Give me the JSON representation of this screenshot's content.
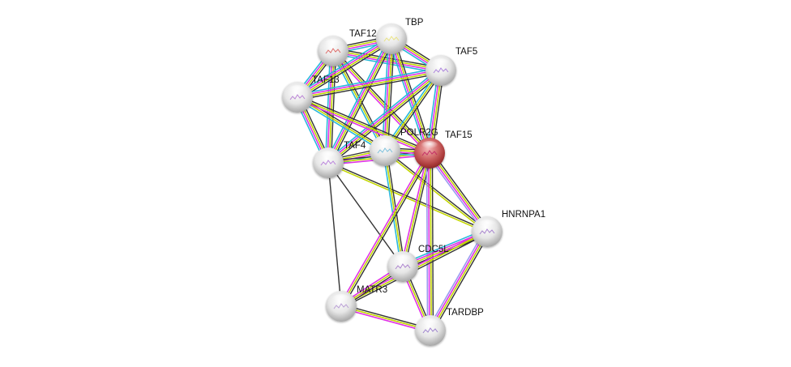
{
  "network": {
    "title": "Protein interaction network",
    "query_protein": "TAF15",
    "evidence_colors": {
      "black": "#333333",
      "yellow": "#c2d600",
      "magenta": "#e033e6",
      "cyan": "#2ab8db",
      "lavender": "#9a9af0"
    },
    "nodes": [
      {
        "id": "TAF12",
        "label": "TAF12",
        "query": false,
        "structure_color": "#d9534f"
      },
      {
        "id": "TBP",
        "label": "TBP",
        "query": false,
        "structure_color": "#e8e070"
      },
      {
        "id": "TAF5",
        "label": "TAF5",
        "query": false,
        "structure_color": "#a070d8"
      },
      {
        "id": "TAF13",
        "label": "TAF13",
        "query": false,
        "structure_color": "#b070d0"
      },
      {
        "id": "TAF4",
        "label": "TAF4",
        "query": false,
        "structure_color": "#b070d8"
      },
      {
        "id": "POLR2G",
        "label": "POLR2G",
        "query": false,
        "structure_color": "#6ab8d8"
      },
      {
        "id": "TAF15",
        "label": "TAF15",
        "query": true,
        "structure_color": "#c02060"
      },
      {
        "id": "HNRNPA1",
        "label": "HNRNPA1",
        "query": false,
        "structure_color": "#9a70c8"
      },
      {
        "id": "CDC5L",
        "label": "CDC5L",
        "query": false,
        "structure_color": "#a070c8"
      },
      {
        "id": "MATR3",
        "label": "MATR3",
        "query": false,
        "structure_color": "#b090d0"
      },
      {
        "id": "TARDBP",
        "label": "TARDBP",
        "query": false,
        "structure_color": "#9070c8"
      }
    ],
    "edges": [
      {
        "source": "TAF12",
        "target": "TBP",
        "evidence": [
          "black",
          "yellow",
          "magenta",
          "cyan"
        ]
      },
      {
        "source": "TAF12",
        "target": "TAF5",
        "evidence": [
          "black",
          "yellow",
          "magenta",
          "cyan"
        ]
      },
      {
        "source": "TAF12",
        "target": "TAF13",
        "evidence": [
          "black",
          "yellow",
          "magenta",
          "cyan"
        ]
      },
      {
        "source": "TAF12",
        "target": "TAF4",
        "evidence": [
          "black",
          "yellow",
          "magenta",
          "cyan"
        ]
      },
      {
        "source": "TAF12",
        "target": "POLR2G",
        "evidence": [
          "black",
          "yellow",
          "cyan"
        ]
      },
      {
        "source": "TAF12",
        "target": "TAF15",
        "evidence": [
          "black",
          "yellow",
          "magenta"
        ]
      },
      {
        "source": "TBP",
        "target": "TAF5",
        "evidence": [
          "black",
          "yellow",
          "magenta",
          "cyan"
        ]
      },
      {
        "source": "TBP",
        "target": "TAF13",
        "evidence": [
          "black",
          "yellow",
          "magenta",
          "cyan"
        ]
      },
      {
        "source": "TBP",
        "target": "TAF4",
        "evidence": [
          "black",
          "yellow",
          "magenta",
          "cyan"
        ]
      },
      {
        "source": "TBP",
        "target": "POLR2G",
        "evidence": [
          "black",
          "yellow",
          "magenta",
          "cyan"
        ]
      },
      {
        "source": "TBP",
        "target": "TAF15",
        "evidence": [
          "black",
          "yellow",
          "magenta",
          "cyan"
        ]
      },
      {
        "source": "TAF5",
        "target": "TAF13",
        "evidence": [
          "black",
          "yellow",
          "magenta",
          "cyan"
        ]
      },
      {
        "source": "TAF5",
        "target": "TAF4",
        "evidence": [
          "black",
          "yellow",
          "magenta",
          "cyan"
        ]
      },
      {
        "source": "TAF5",
        "target": "POLR2G",
        "evidence": [
          "black",
          "yellow",
          "cyan"
        ]
      },
      {
        "source": "TAF5",
        "target": "TAF15",
        "evidence": [
          "black",
          "yellow",
          "magenta",
          "cyan"
        ]
      },
      {
        "source": "TAF13",
        "target": "TAF4",
        "evidence": [
          "black",
          "yellow",
          "magenta",
          "cyan"
        ]
      },
      {
        "source": "TAF13",
        "target": "POLR2G",
        "evidence": [
          "black",
          "yellow",
          "cyan"
        ]
      },
      {
        "source": "TAF13",
        "target": "TAF15",
        "evidence": [
          "black",
          "yellow",
          "magenta"
        ]
      },
      {
        "source": "TAF4",
        "target": "POLR2G",
        "evidence": [
          "black",
          "yellow",
          "magenta",
          "cyan"
        ]
      },
      {
        "source": "TAF4",
        "target": "TAF15",
        "evidence": [
          "black",
          "yellow",
          "magenta"
        ]
      },
      {
        "source": "TAF4",
        "target": "HNRNPA1",
        "evidence": [
          "black",
          "yellow"
        ]
      },
      {
        "source": "TAF4",
        "target": "CDC5L",
        "evidence": [
          "black"
        ]
      },
      {
        "source": "TAF4",
        "target": "MATR3",
        "evidence": [
          "black"
        ]
      },
      {
        "source": "POLR2G",
        "target": "TAF15",
        "evidence": [
          "black",
          "yellow",
          "magenta",
          "cyan"
        ]
      },
      {
        "source": "POLR2G",
        "target": "CDC5L",
        "evidence": [
          "black",
          "yellow",
          "cyan"
        ]
      },
      {
        "source": "POLR2G",
        "target": "HNRNPA1",
        "evidence": [
          "black",
          "yellow"
        ]
      },
      {
        "source": "TAF15",
        "target": "HNRNPA1",
        "evidence": [
          "black",
          "yellow",
          "magenta",
          "lavender"
        ]
      },
      {
        "source": "TAF15",
        "target": "CDC5L",
        "evidence": [
          "black",
          "yellow",
          "magenta"
        ]
      },
      {
        "source": "TAF15",
        "target": "MATR3",
        "evidence": [
          "black",
          "yellow",
          "magenta"
        ]
      },
      {
        "source": "TAF15",
        "target": "TARDBP",
        "evidence": [
          "black",
          "yellow",
          "magenta",
          "lavender"
        ]
      },
      {
        "source": "HNRNPA1",
        "target": "CDC5L",
        "evidence": [
          "black",
          "yellow",
          "magenta",
          "cyan"
        ]
      },
      {
        "source": "HNRNPA1",
        "target": "MATR3",
        "evidence": [
          "black",
          "yellow",
          "magenta"
        ]
      },
      {
        "source": "HNRNPA1",
        "target": "TARDBP",
        "evidence": [
          "black",
          "yellow",
          "magenta",
          "lavender"
        ]
      },
      {
        "source": "CDC5L",
        "target": "MATR3",
        "evidence": [
          "black",
          "yellow",
          "magenta"
        ]
      },
      {
        "source": "CDC5L",
        "target": "TARDBP",
        "evidence": [
          "black",
          "yellow",
          "magenta"
        ]
      },
      {
        "source": "MATR3",
        "target": "TARDBP",
        "evidence": [
          "black",
          "yellow",
          "magenta"
        ]
      }
    ]
  }
}
